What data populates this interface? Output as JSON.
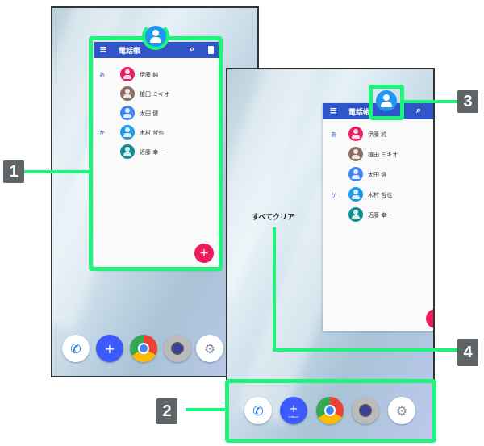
{
  "app": {
    "title": "電話帳"
  },
  "contacts": [
    {
      "index": "あ",
      "name": "伊藤 純",
      "color": "#e91e63"
    },
    {
      "index": "",
      "name": "植田 ミキオ",
      "color": "#8d6e63"
    },
    {
      "index": "",
      "name": "太田 健",
      "color": "#4285f4"
    },
    {
      "index": "か",
      "name": "木村 哲也",
      "color": "#1e9be8"
    },
    {
      "index": "",
      "name": "近藤 幸一",
      "color": "#138f93"
    }
  ],
  "icons": {
    "menu": "≡",
    "search": "⌕",
    "trash": "🗑",
    "fab": "+"
  },
  "clear_all": "すべてクリア",
  "dock": [
    "phone",
    "softbank-message-plus",
    "chrome",
    "camera",
    "settings"
  ],
  "softbank_label": "SoftBank",
  "callouts": [
    "1",
    "2",
    "3",
    "4"
  ],
  "accent": "#1ef47c"
}
